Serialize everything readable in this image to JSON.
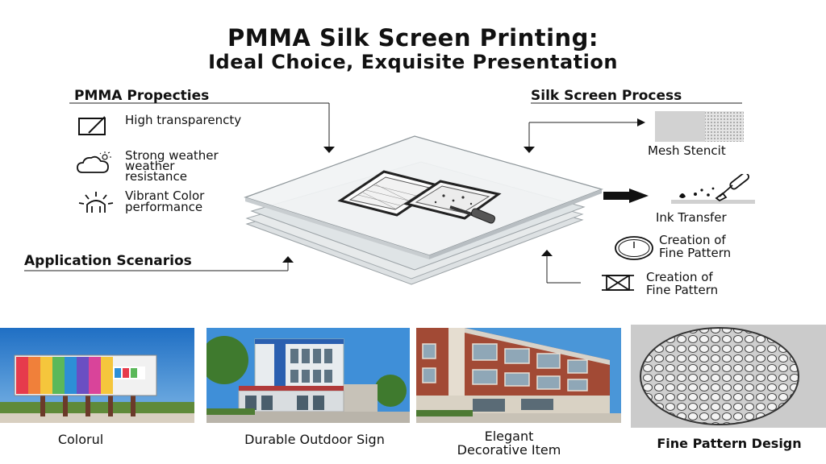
{
  "title": {
    "line1": "PMMA Silk Screen Printing:",
    "line2": "Ideal Choice, Exquisite Presentation"
  },
  "properties": {
    "heading": "PMMA Propecties",
    "items": [
      {
        "icon": "acrylic-sheet-icon",
        "lines": [
          "High transparencty"
        ]
      },
      {
        "icon": "weather-cloud-icon",
        "lines": [
          "Strong weather",
          "weather",
          "resistance"
        ]
      },
      {
        "icon": "color-burst-icon",
        "lines": [
          "Vibrant Color",
          "performance"
        ]
      }
    ]
  },
  "process": {
    "heading": "Silk Screen Process",
    "steps": [
      {
        "icon": "mesh-stencil-icon",
        "lines": [
          "Mesh Stencit"
        ]
      },
      {
        "icon": "ink-squeegee-icon",
        "lines": [
          "Ink Transfer"
        ]
      },
      {
        "icon": "clock-icon",
        "lines": [
          "Creation of",
          "Fine Pattern"
        ]
      },
      {
        "icon": "frame-cross-icon",
        "lines": [
          "Creation of",
          "Fine Pattern"
        ]
      }
    ]
  },
  "applications": {
    "heading": "Application Scenarios",
    "photos": [
      {
        "name": "billboard-photo",
        "caption": [
          "Colorul"
        ]
      },
      {
        "name": "storefront-photo",
        "caption": [
          "Durable Outdoor Sign"
        ]
      },
      {
        "name": "brick-building-photo",
        "caption": [
          "Elegant",
          "Decorative Item"
        ]
      },
      {
        "name": "fine-pattern-photo",
        "caption": [
          "Fine Pattern Design"
        ]
      }
    ]
  },
  "colors": {
    "text": "#111111",
    "sheet_fill": "#e9eced",
    "sheet_edge": "#9aa1a5",
    "sky": "#2f7fd0",
    "brick": "#a24a35"
  }
}
